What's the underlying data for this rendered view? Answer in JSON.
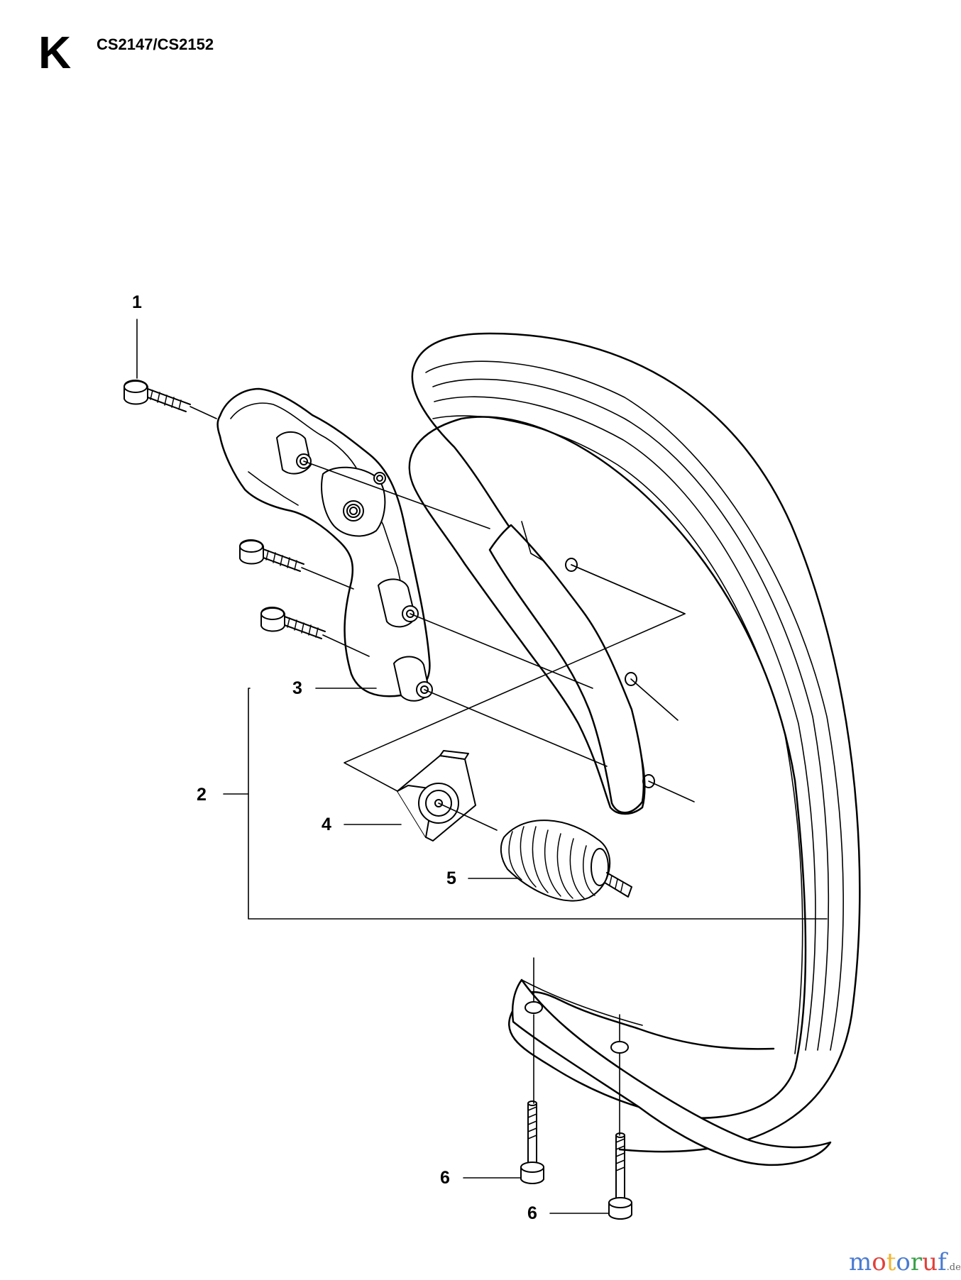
{
  "header": {
    "section_letter": "K",
    "model": "CS2147/CS2152"
  },
  "callouts": [
    {
      "id": "1",
      "label": "1"
    },
    {
      "id": "2",
      "label": "2"
    },
    {
      "id": "3",
      "label": "3"
    },
    {
      "id": "4",
      "label": "4"
    },
    {
      "id": "5",
      "label": "5"
    },
    {
      "id": "6a",
      "label": "6"
    },
    {
      "id": "6b",
      "label": "6"
    }
  ],
  "watermark": {
    "letters": [
      "m",
      "o",
      "t",
      "o",
      "r",
      "u",
      "f"
    ],
    "colors": [
      "#4a7bd0",
      "#e0413a",
      "#f2b631",
      "#4a7bd0",
      "#3aa04a",
      "#e0413a",
      "#4a7bd0"
    ],
    "suffix": ".de"
  }
}
